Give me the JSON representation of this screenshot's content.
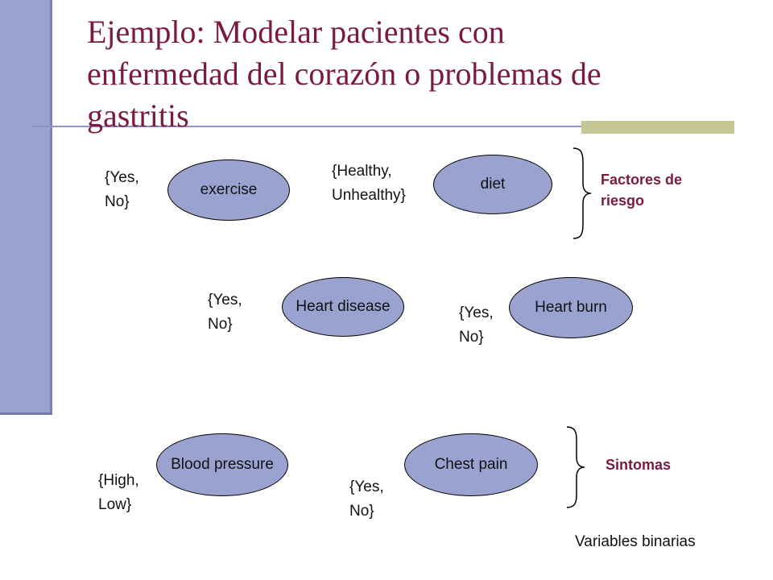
{
  "title": {
    "lines": [
      "Ejemplo: Modelar pacientes con",
      "enfermedad del corazón o problemas de",
      "gastritis"
    ]
  },
  "nodes": {
    "exercise": {
      "label": "exercise",
      "values": [
        "{Yes,",
        "No}"
      ]
    },
    "diet": {
      "label": "diet",
      "values": [
        "{Healthy,",
        "Unhealthy}"
      ]
    },
    "heart_disease": {
      "label": "Heart disease",
      "values": [
        "{Yes,",
        "No}"
      ]
    },
    "heart_burn": {
      "label": "Heart burn",
      "values": [
        "{Yes,",
        "No}"
      ]
    },
    "blood_pressure": {
      "label": "Blood pressure",
      "values": [
        "{High,",
        "Low}"
      ]
    },
    "chest_pain": {
      "label": "Chest pain",
      "values": [
        "{Yes,",
        "No}"
      ]
    }
  },
  "groups": {
    "risk_factors": {
      "label_lines": [
        "Factores de",
        "riesgo"
      ]
    },
    "symptoms": {
      "label_lines": [
        "Sintomas"
      ]
    }
  },
  "footnote": "Variables binarias",
  "colors": {
    "node_fill": "#9aa3d0",
    "title_text": "#7a1a42",
    "accent_bar": "#c6c594"
  }
}
